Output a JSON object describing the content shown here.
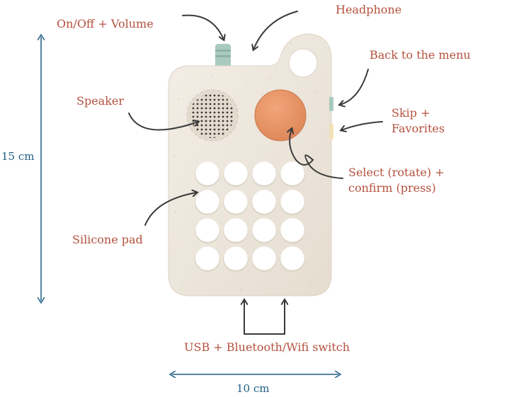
{
  "labels": {
    "on_off_volume": "On/Off + Volume",
    "headphone": "Headphone",
    "back_to_menu": "Back to the menu",
    "speaker": "Speaker",
    "skip_favorites_line1": "Skip +",
    "skip_favorites_line2": "Favorites",
    "select_line1": "Select (rotate) +",
    "select_line2": "confirm (press)",
    "silicone_pad": "Silicone pad",
    "usb_switch": "USB + Bluetooth/Wifi switch"
  },
  "dimensions": {
    "height": "15 cm",
    "width": "10 cm"
  },
  "colors": {
    "label_text": "#b4513e",
    "dimension": "#1f5d86",
    "device_body": "#ede6dc",
    "knob": "#e9956a",
    "volume_knob": "#a9cbbf",
    "button_green": "#a9cbbf",
    "button_yellow": "#f1e2b8",
    "arrow": "#3a3a3a"
  }
}
